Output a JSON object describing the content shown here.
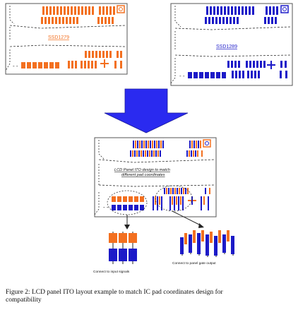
{
  "colors": {
    "orange": "#f37020",
    "blue": "#1c1ac8",
    "arrow": "#2a2af0",
    "line": "#222222",
    "panel_border": "#555555"
  },
  "labels": {
    "chip_left": "SSD1279",
    "chip_right": "SSD1289",
    "center_line1": "LCD Panel ITO design to match",
    "center_line2": "different pad coordinates",
    "connect_input": "Connect to input signals",
    "connect_gate": "Connect to panel gate output"
  },
  "caption": {
    "line1": "Figure 2: LCD panel ITO layout example to match IC pad coordinates design for",
    "line2": "compatibility"
  },
  "icons": {
    "arrow": "down-arrow-icon",
    "pad_symbol": "cross-pad-icon",
    "ring_symbol": "ring-pad-icon"
  }
}
